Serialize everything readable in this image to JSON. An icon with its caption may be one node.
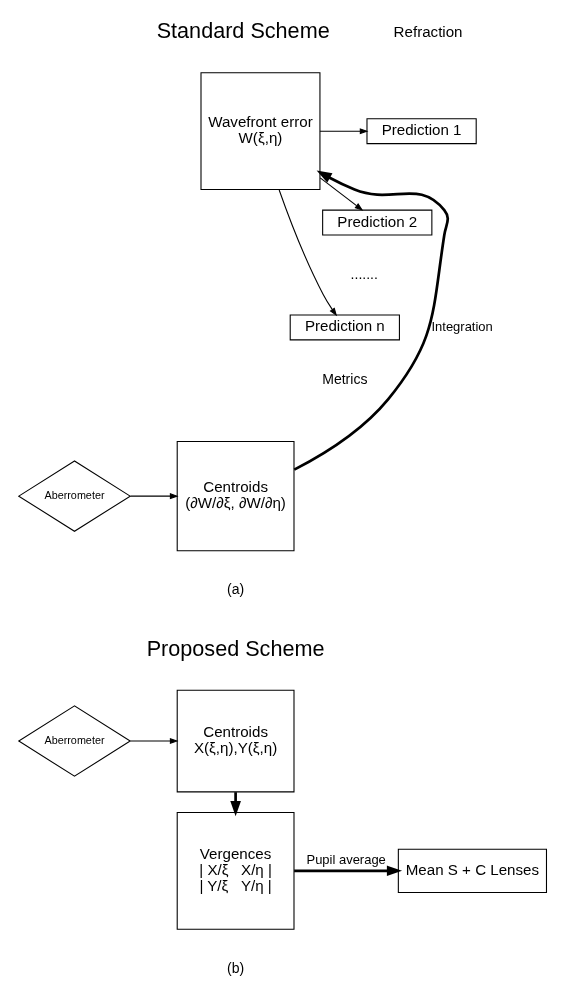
{
  "diagram": {
    "nodes": [
      {
        "text": [
          "Wavefront error",
          "W(ξ,η)"
        ]
      },
      {
        "text": [
          "Prediction 1"
        ]
      },
      {
        "text": [
          "Prediction 2"
        ]
      },
      {
        "text": [
          "Prediction n"
        ]
      },
      {
        "text": [
          "Centroids",
          "(∂W/∂ξ, ∂W/∂η)"
        ]
      },
      {
        "text": [
          "Aberrometer"
        ]
      },
      {
        "text": [
          "Centroids",
          "X(ξ,η),Y(ξ,η)"
        ]
      },
      {
        "text": [
          "Aberrometer"
        ]
      },
      {
        "text": [
          "Vergences",
          "| X/ξ   X/η |",
          "| Y/ξ   Y/η |"
        ]
      },
      {
        "text": [
          "Mean S + C Lenses"
        ]
      }
    ],
    "edges": [
      {
        "from": 0,
        "to": 1,
        "arrow": "to"
      },
      {
        "from": 0,
        "to": 2,
        "arrow": "to"
      },
      {
        "from": 0,
        "to": 3,
        "arrow": "to"
      },
      {
        "from": 4,
        "to": 0,
        "arrow": "to",
        "label": "Integration",
        "style": "thick"
      },
      {
        "from": 5,
        "to": 4,
        "arrow": "to"
      },
      {
        "from": 7,
        "to": 6,
        "arrow": "to"
      },
      {
        "from": 6,
        "to": 8,
        "arrow": "to",
        "style": "thick"
      },
      {
        "from": 8,
        "to": 9,
        "arrow": "to",
        "label": "Pupil average",
        "style": "thick"
      }
    ],
    "labels": [
      "Standard Scheme",
      "Refraction",
      ".......",
      "Metrics",
      "(a)",
      "Proposed Scheme",
      "(b)"
    ]
  }
}
